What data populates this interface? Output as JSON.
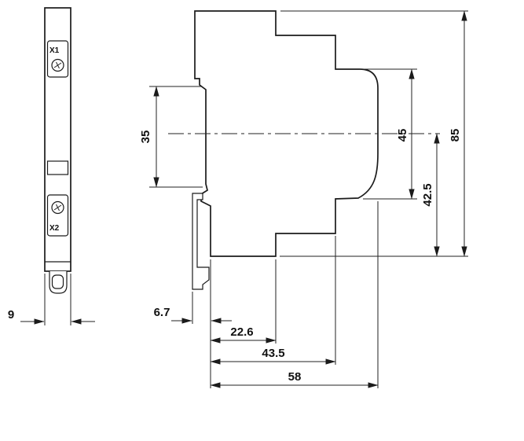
{
  "drawing_type": "dimensional-drawing",
  "front_view": {
    "terminal_top": "X1",
    "terminal_bottom": "X2",
    "width": "9"
  },
  "side_view": {
    "recess_height": "35",
    "front_height": "45",
    "total_height": "85",
    "center_to_bottom": "42.5",
    "clip_depth": "6.7",
    "upper_depth": "22.6",
    "mid_depth": "43.5",
    "total_depth": "58"
  }
}
